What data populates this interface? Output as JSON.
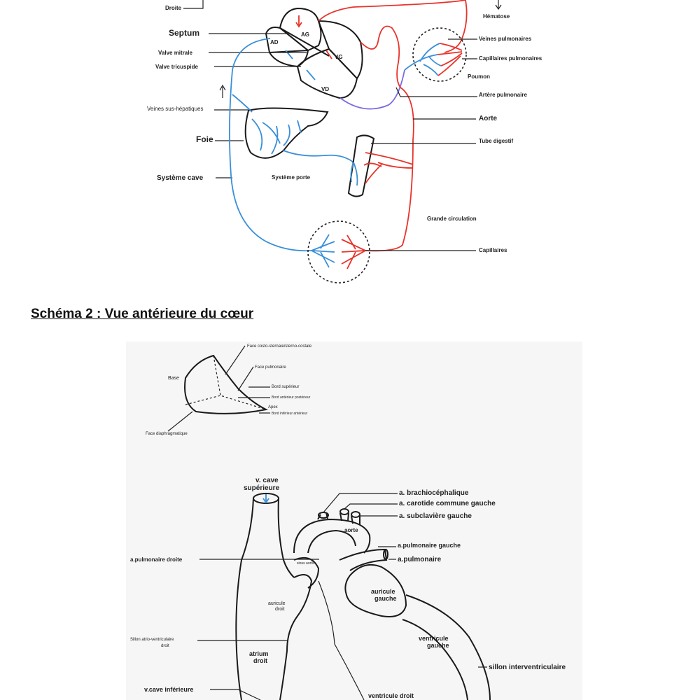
{
  "schema1": {
    "top_left": "Droite",
    "labels": {
      "septum": "Septum",
      "valve_mitrale": "Valve mitrale",
      "valve_tricuspide": "Valve tricuspide",
      "veines_sus_hepatiques": "Veines sus-hépatiques",
      "foie": "Foie",
      "systeme_cave": "Système cave",
      "systeme_porte": "Système porte",
      "hematose": "Hématose",
      "veines_pulmonaires": "Veines pulmonaires",
      "capillaires_pulmonaires": "Capillaires pulmonaires",
      "poumon": "Poumon",
      "artere_pulmonaire": "Artère pulmonaire",
      "aorte": "Aorte",
      "tube_digestif": "Tube digestif",
      "grande_circulation": "Grande circulation",
      "capillaires": "Capillaires"
    },
    "chambers": {
      "ad": "AD",
      "ag": "AG",
      "vg": "VG",
      "vd": "VD"
    }
  },
  "schema2": {
    "title": "Schéma 2 : Vue antérieure du cœur",
    "small_heart": {
      "face_costo": "Face costo-sternale/sterno-costale",
      "face_pulmonaire": "Face pulmonaire",
      "base": "Base",
      "bord_superieur": "Bord supérieur",
      "bord_anterieur_posterieur": "Bord antérieur postérieur",
      "apex": "Apex",
      "bord_inferieur_anterieur": "Bord inférieur antérieur",
      "face_diaphragmatique": "Face diaphragmatique"
    },
    "heart": {
      "v_cave": "v. cave",
      "superieure": "supérieure",
      "brachio": "a. brachiocéphalique",
      "carotide": "a. carotide commune gauche",
      "subclaviere": "a. subclavière gauche",
      "aorte": "aorte",
      "pulm_gauche": "a.pulmonaire gauche",
      "pulm_droite": "a.pulmonaire droite",
      "pulmonaire": "a.pulmonaire",
      "sinus_aortic": "sinus aortic",
      "auricule_gauche_1": "auricule",
      "auricule_gauche_2": "gauche",
      "auricule_droit_1": "auricule",
      "auricule_droit_2": "droit",
      "sillon_av": "Sillon atrio-ventriculaire",
      "sillon_av_2": "droit",
      "ventricule_gauche_1": "ventricule",
      "ventricule_gauche_2": "gauche",
      "sillon_iv": "sillon interventriculaire",
      "atrium_1": "atrium",
      "atrium_2": "droit",
      "vcave_inf": "v.cave inférieure",
      "ventricule_droit": "ventricule droit"
    }
  },
  "colors": {
    "red": "#e8332a",
    "blue": "#3a8fd9",
    "purple": "#7a6be0"
  }
}
